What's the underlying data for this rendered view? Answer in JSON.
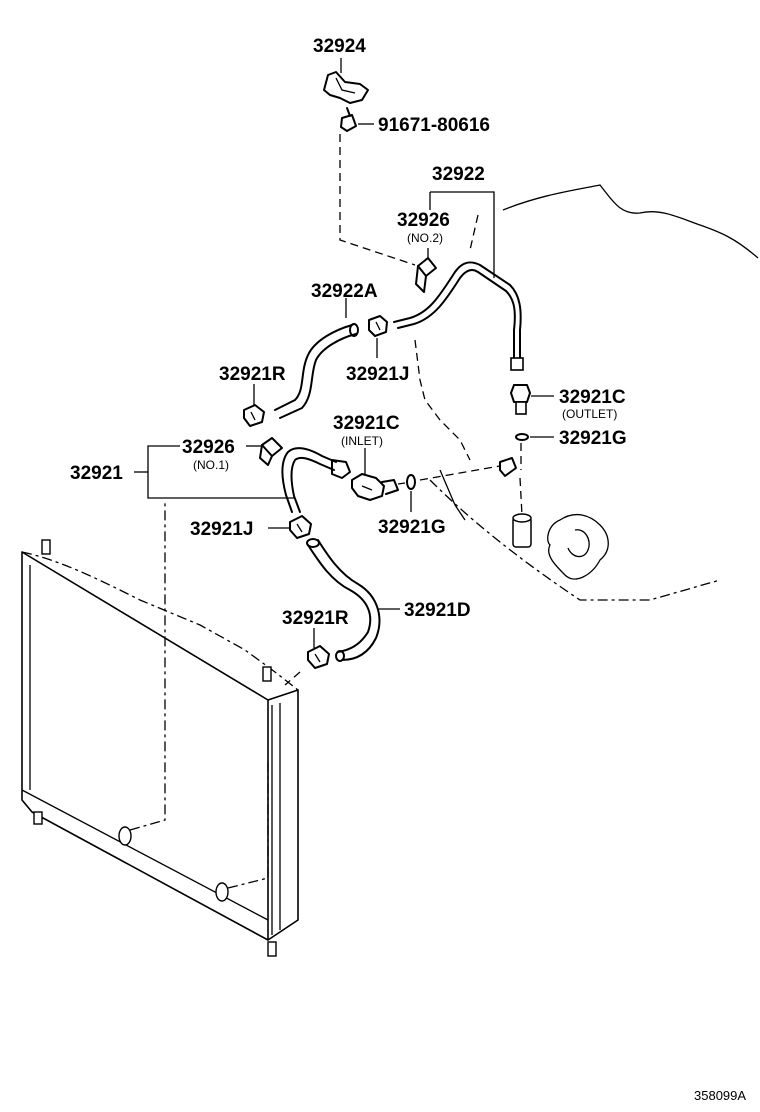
{
  "labels": {
    "p32924": "32924",
    "p91671": "91671-80616",
    "p32922": "32922",
    "p32926_no2": "32926",
    "no2": "(NO.2)",
    "p32922A": "32922A",
    "p32921R_upper": "32921R",
    "p32921J_upper": "32921J",
    "p32921C_outlet": "32921C",
    "outlet": "(OUTLET)",
    "p32921G_right": "32921G",
    "p32921C_inlet": "32921C",
    "inlet": "(INLET)",
    "p32926_no1": "32926",
    "no1": "(NO.1)",
    "p32921": "32921",
    "p32921J_lower": "32921J",
    "p32921G_lower": "32921G",
    "p32921R_lower": "32921R",
    "p32921D": "32921D",
    "ref_code": "358099A"
  },
  "icons": {
    "bracket": "bracket-icon",
    "bolt": "bolt-icon",
    "clamp": "hose-clamp-icon",
    "hose": "hose-icon",
    "pipe": "pipe-icon",
    "union": "union-fitting-icon",
    "gasket": "gasket-icon",
    "radiator": "radiator-icon",
    "transmission": "transmission-case-icon"
  }
}
